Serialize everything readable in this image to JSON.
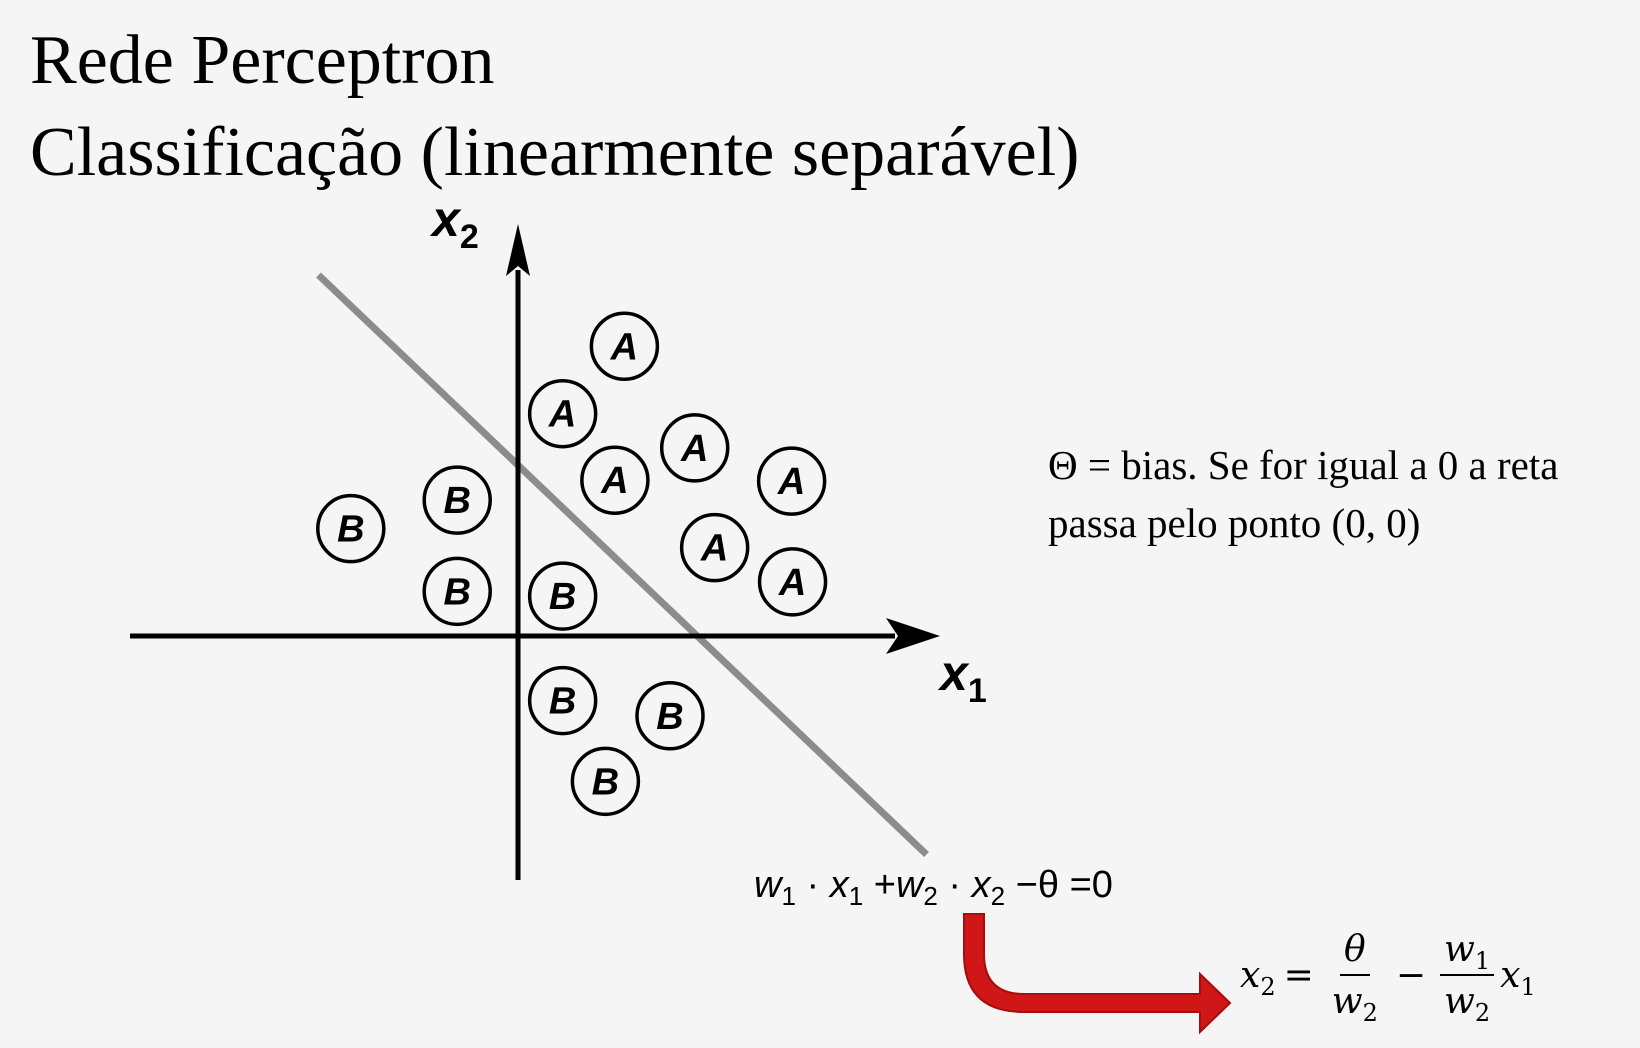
{
  "title": {
    "line1": "Rede Perceptron",
    "line2": "Classificação (linearmente separável)"
  },
  "axes": {
    "x_label": "x",
    "x_sub": "1",
    "y_label": "x",
    "y_sub": "2"
  },
  "points": [
    {
      "label": "A",
      "x": 1.12,
      "y": 3.05
    },
    {
      "label": "A",
      "x": 0.47,
      "y": 2.34
    },
    {
      "label": "A",
      "x": 1.86,
      "y": 1.98
    },
    {
      "label": "A",
      "x": 1.02,
      "y": 1.64
    },
    {
      "label": "A",
      "x": 2.88,
      "y": 1.63
    },
    {
      "label": "A",
      "x": 2.07,
      "y": 0.93
    },
    {
      "label": "A",
      "x": 2.89,
      "y": 0.57
    },
    {
      "label": "B",
      "x": -0.64,
      "y": 1.43
    },
    {
      "label": "B",
      "x": -1.76,
      "y": 1.13
    },
    {
      "label": "B",
      "x": -0.64,
      "y": 0.47
    },
    {
      "label": "B",
      "x": 0.47,
      "y": 0.42
    },
    {
      "label": "B",
      "x": 0.47,
      "y": -0.68
    },
    {
      "label": "B",
      "x": 1.6,
      "y": -0.84
    },
    {
      "label": "B",
      "x": 0.92,
      "y": -1.53
    }
  ],
  "separator_line": {
    "x1": -2.1,
    "y1": 3.8,
    "x2": 4.3,
    "y2": -2.3
  },
  "note_text": "Θ = bias. Se for igual a 0 a reta passa pelo ponto (0, 0)",
  "equation1": {
    "w1": "w",
    "w1_sub": "1",
    "dot1": "·",
    "x1": "x",
    "x1_sub": "1",
    "plus": "+",
    "w2": "w",
    "w2_sub": "2",
    "dot2": "·",
    "x2": "x",
    "x2_sub": "2",
    "minus": "−",
    "theta": "θ",
    "equals": "=",
    "zero": "0"
  },
  "equation2": {
    "lhs": "x",
    "lhs_sub": "2",
    "equals": "=",
    "frac1_num": "θ",
    "frac1_den": "w",
    "frac1_den_sub": "2",
    "minus": "−",
    "frac2_num": "w",
    "frac2_num_sub": "1",
    "frac2_den": "w",
    "frac2_den_sub": "2",
    "tail": "x",
    "tail_sub": "1"
  },
  "colors": {
    "background": "#f5f5f5",
    "axis": "#000000",
    "separator": "#8c8c8c",
    "arrow": "#d01616"
  }
}
